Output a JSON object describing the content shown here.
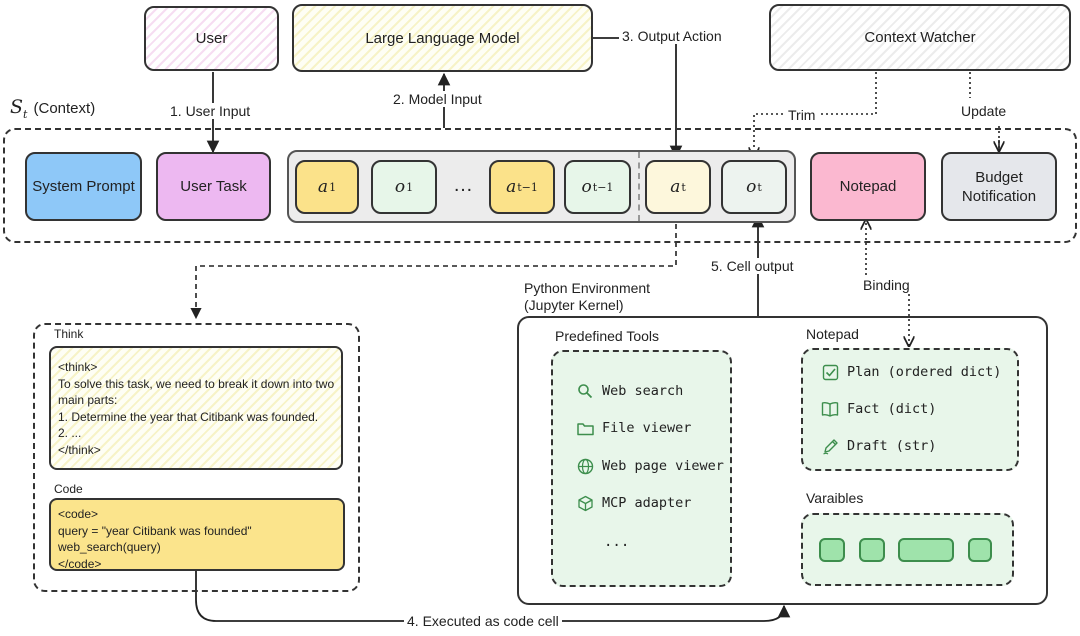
{
  "nodes": {
    "user": "User",
    "llm": "Large Language Model",
    "context_watcher": "Context Watcher",
    "system_prompt": "System Prompt",
    "user_task": "User Task",
    "notepad": "Notepad",
    "budget_notification": "Budget\nNotification"
  },
  "context": {
    "title_symbol": "S",
    "title_sub": "t",
    "title_text": "(Context)"
  },
  "sequence": {
    "tokens": [
      {
        "base": "a",
        "sub": "1",
        "kind": "action"
      },
      {
        "base": "o",
        "sub": "1",
        "kind": "observation"
      },
      {
        "base": "a",
        "sub": "t−1",
        "kind": "action"
      },
      {
        "base": "o",
        "sub": "t−1",
        "kind": "observation"
      },
      {
        "base": "a",
        "sub": "t",
        "kind": "current-action"
      },
      {
        "base": "o",
        "sub": "t",
        "kind": "current-observation"
      }
    ],
    "ellipsis": "…"
  },
  "edges": {
    "user_input": "1. User Input",
    "model_input": "2. Model Input",
    "output_action": "3. Output Action",
    "executed": "4. Executed as code cell",
    "cell_output": "5. Cell output",
    "trim": "Trim",
    "update": "Update",
    "binding": "Binding"
  },
  "think": {
    "section_label": "Think",
    "lines": [
      "<think>",
      "To solve this task, we need to break it down into two",
      "main parts:",
      "1. Determine the year that Citibank was founded.",
      "2. ...",
      "</think>"
    ]
  },
  "code": {
    "section_label": "Code",
    "lines": [
      "<code>",
      "query = \"year Citibank was founded\"",
      "web_search(query)",
      "</code>"
    ]
  },
  "python_env": {
    "title_line1": "Python Environment",
    "title_line2": "(Jupyter Kernel)",
    "predefined_tools": {
      "title": "Predefined Tools",
      "items": [
        {
          "icon": "search-icon",
          "label": "Web search"
        },
        {
          "icon": "folder-icon",
          "label": "File viewer"
        },
        {
          "icon": "globe-icon",
          "label": "Web page viewer"
        },
        {
          "icon": "cube-icon",
          "label": "MCP adapter"
        }
      ],
      "more": "..."
    },
    "notepad": {
      "title": "Notepad",
      "items": [
        {
          "icon": "checkbox-icon",
          "label": "Plan (ordered dict)"
        },
        {
          "icon": "book-icon",
          "label": "Fact (dict)"
        },
        {
          "icon": "pen-icon",
          "label": "Draft (str)"
        }
      ]
    },
    "variables": {
      "title": "Varaibles"
    }
  },
  "colors": {
    "system_prompt": "#8ec8f8",
    "user_task": "#edb8f1",
    "notepad": "#fbb8d0",
    "budget": "#e5e7eb",
    "code_bg": "#fbe48c",
    "env_green": "#e8f6ea"
  }
}
